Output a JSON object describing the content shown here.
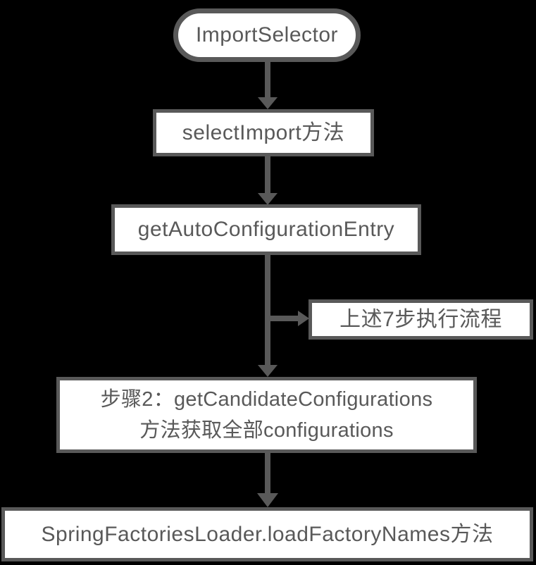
{
  "diagram": {
    "title": "ImportSelector auto-configuration flow",
    "type": "flowchart",
    "colors": {
      "background": "#000000",
      "node_fill": "#ffffff",
      "node_border": "#595959",
      "node_text": "#595959",
      "connector": "#595959"
    },
    "nodes": {
      "start": {
        "shape": "stadium",
        "label": "ImportSelector"
      },
      "selectImport": {
        "shape": "rect",
        "label": "selectImport方法"
      },
      "getAutoConfigEntry": {
        "shape": "rect",
        "label": "getAutoConfigurationEntry"
      },
      "sideNote": {
        "shape": "rect",
        "label": "上述7步执行流程"
      },
      "getCandidateConfigs": {
        "shape": "rect",
        "line1": "步骤2：getCandidateConfigurations",
        "line2": "方法获取全部configurations"
      },
      "loadFactoryNames": {
        "shape": "rect",
        "label": "SpringFactoriesLoader.loadFactoryNames方法"
      }
    },
    "edges": [
      {
        "from": "start",
        "to": "selectImport",
        "style": "arrow-down"
      },
      {
        "from": "selectImport",
        "to": "getAutoConfigEntry",
        "style": "arrow-down"
      },
      {
        "from": "getAutoConfigEntry",
        "to": "getCandidateConfigs",
        "style": "arrow-down"
      },
      {
        "from": "getAutoConfigEntry",
        "to": "sideNote",
        "style": "branch-arrow-right"
      },
      {
        "from": "getCandidateConfigs",
        "to": "loadFactoryNames",
        "style": "arrow-down"
      }
    ]
  }
}
